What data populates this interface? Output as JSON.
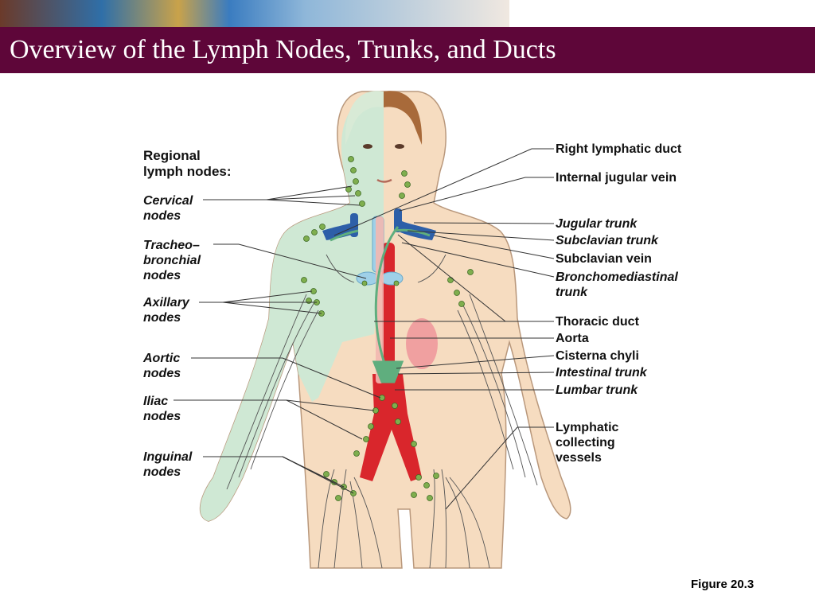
{
  "slide": {
    "title": "Overview of the Lymph Nodes, Trunks, and Ducts",
    "figure_number": "Figure 20.3"
  },
  "left_labels": {
    "heading": "Regional\nlymph nodes:",
    "cervical": "Cervical\nnodes",
    "tracheobronchial": "Tracheo–\nbronchial\nnodes",
    "axillary": "Axillary\nnodes",
    "aortic": "Aortic\nnodes",
    "iliac": "Iliac\nnodes",
    "inguinal": "Inguinal\nnodes"
  },
  "right_labels": {
    "right_lymphatic_duct": "Right lymphatic duct",
    "internal_jugular_vein": "Internal jugular vein",
    "jugular_trunk": "Jugular trunk",
    "subclavian_trunk": "Subclavian trunk",
    "subclavian_vein": "Subclavian vein",
    "bronchomediastinal_trunk": "Bronchomediastinal\ntrunk",
    "thoracic_duct": "Thoracic duct",
    "aorta": "Aorta",
    "cisterna_chyli": "Cisterna chyli",
    "intestinal_trunk": "Intestinal trunk",
    "lumbar_trunk": "Lumbar trunk",
    "lymphatic_collecting_vessels": "Lymphatic\ncollecting\nvessels"
  },
  "colors": {
    "title_bar": "#5e0639",
    "skin": "#f6dcc0",
    "lymph_region": "#cfe8d4",
    "node": "#7fae4e",
    "aorta": "#d9262c",
    "vein": "#2d5fa8",
    "lymph_vessel": "#5fae7e"
  }
}
